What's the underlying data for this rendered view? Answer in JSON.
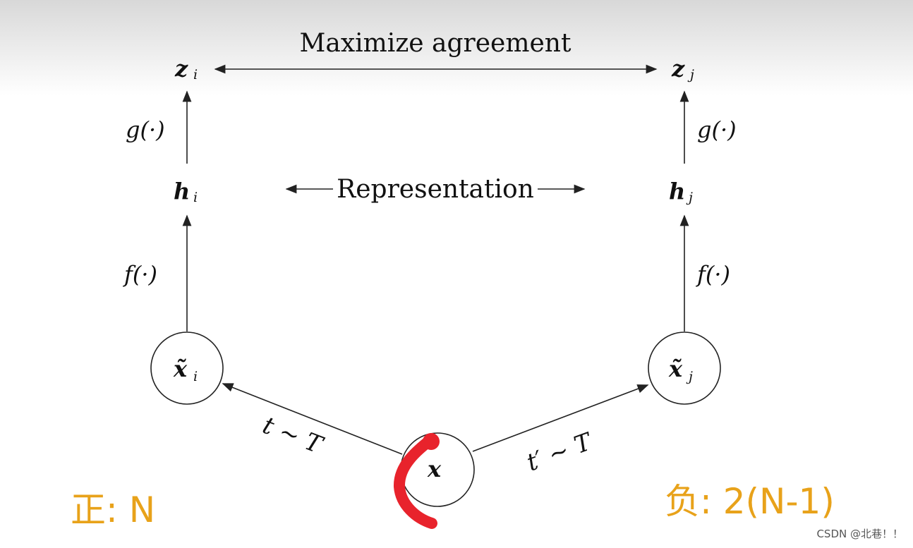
{
  "diagram": {
    "title": "Maximize agreement",
    "representation": "Representation",
    "nodes": {
      "z_i": {
        "base": "z",
        "sub": "i"
      },
      "z_j": {
        "base": "z",
        "sub": "j"
      },
      "h_i": {
        "base": "h",
        "sub": "i"
      },
      "h_j": {
        "base": "h",
        "sub": "j"
      },
      "x_tilde_i": {
        "base": "x̃",
        "sub": "i"
      },
      "x_tilde_j": {
        "base": "x̃",
        "sub": "j"
      },
      "x": {
        "base": "x"
      }
    },
    "edges": {
      "g_left": "g(·)",
      "g_right": "g(·)",
      "f_left": "f(·)",
      "f_right": "f(·)",
      "t_left": "t ~ T",
      "t_right": "t′ ~ T"
    }
  },
  "annotations": {
    "left_note": "正: N",
    "right_note": "负: 2(N-1)",
    "watermark": "CSDN @北巷！！",
    "pen_color": "#e8232c",
    "note_color": "#e8a21a"
  }
}
